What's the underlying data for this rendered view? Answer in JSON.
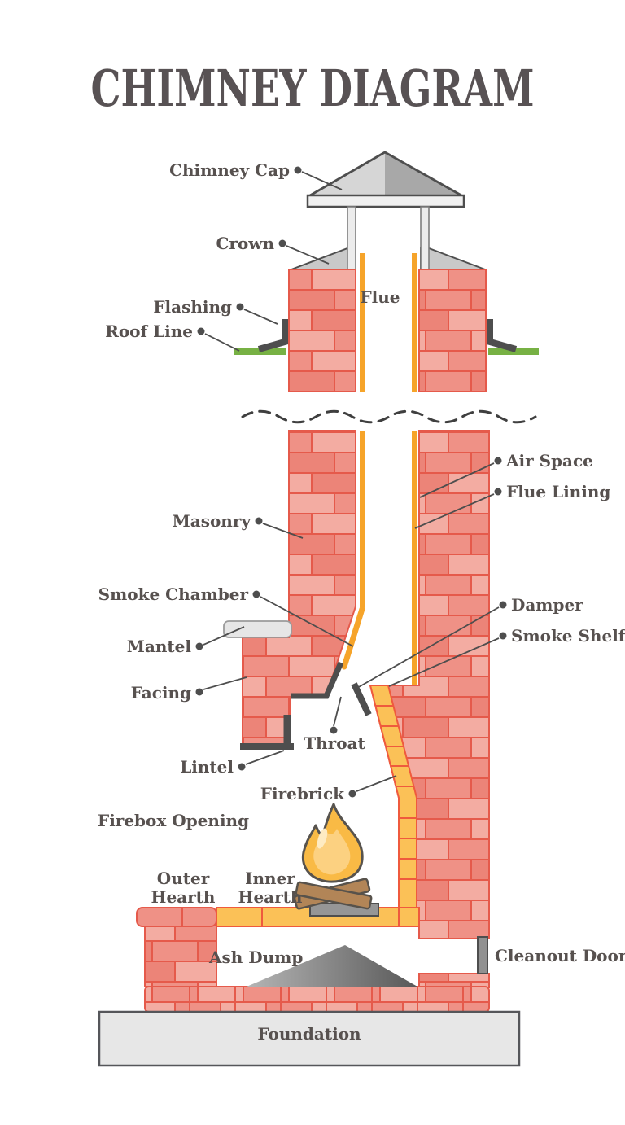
{
  "title": "CHIMNEY DIAGRAM",
  "colors": {
    "title_color": "#585254",
    "label_color": "#57514F",
    "brick_fill": "#EF9186",
    "brick_light": "#F3ACA2",
    "brick_mid": "#EC8478",
    "brick_stroke": "#E55A4B",
    "firebrick_fill": "#FBC157",
    "firebrick_stroke": "#EF5A3D",
    "flue_lining_color": "#F6A42A",
    "roof_green": "#77B144",
    "outline_dark": "#4E4E4E",
    "gray_light": "#D6D6D6",
    "gray_dark": "#A8A8A8",
    "gray_slab": "#F0F0F0",
    "crown_gray": "#C9C9C9",
    "foundation_fill": "#E7E7E7",
    "flame_outer": "#F9BA45",
    "flame_inner": "#FCD181",
    "log_brown": "#B28557"
  },
  "diagram": {
    "labels": {
      "chimney_cap": "Chimney Cap",
      "crown": "Crown",
      "flue": "Flue",
      "flashing": "Flashing",
      "roof_line": "Roof Line",
      "air_space": "Air Space",
      "flue_lining": "Flue Lining",
      "masonry": "Masonry",
      "smoke_chamber": "Smoke Chamber",
      "damper": "Damper",
      "smoke_shelf": "Smoke Shelf",
      "mantel": "Mantel",
      "facing": "Facing",
      "throat": "Throat",
      "lintel": "Lintel",
      "firebrick": "Firebrick",
      "firebox_opening": "Firebox Opening",
      "outer_hearth": {
        "line1": "Outer",
        "line2": "Hearth"
      },
      "inner_hearth": {
        "line1": "Inner",
        "line2": "Hearth"
      },
      "ash_dump": "Ash Dump",
      "cleanout_door": "Cleanout Door",
      "foundation": "Foundation"
    }
  }
}
